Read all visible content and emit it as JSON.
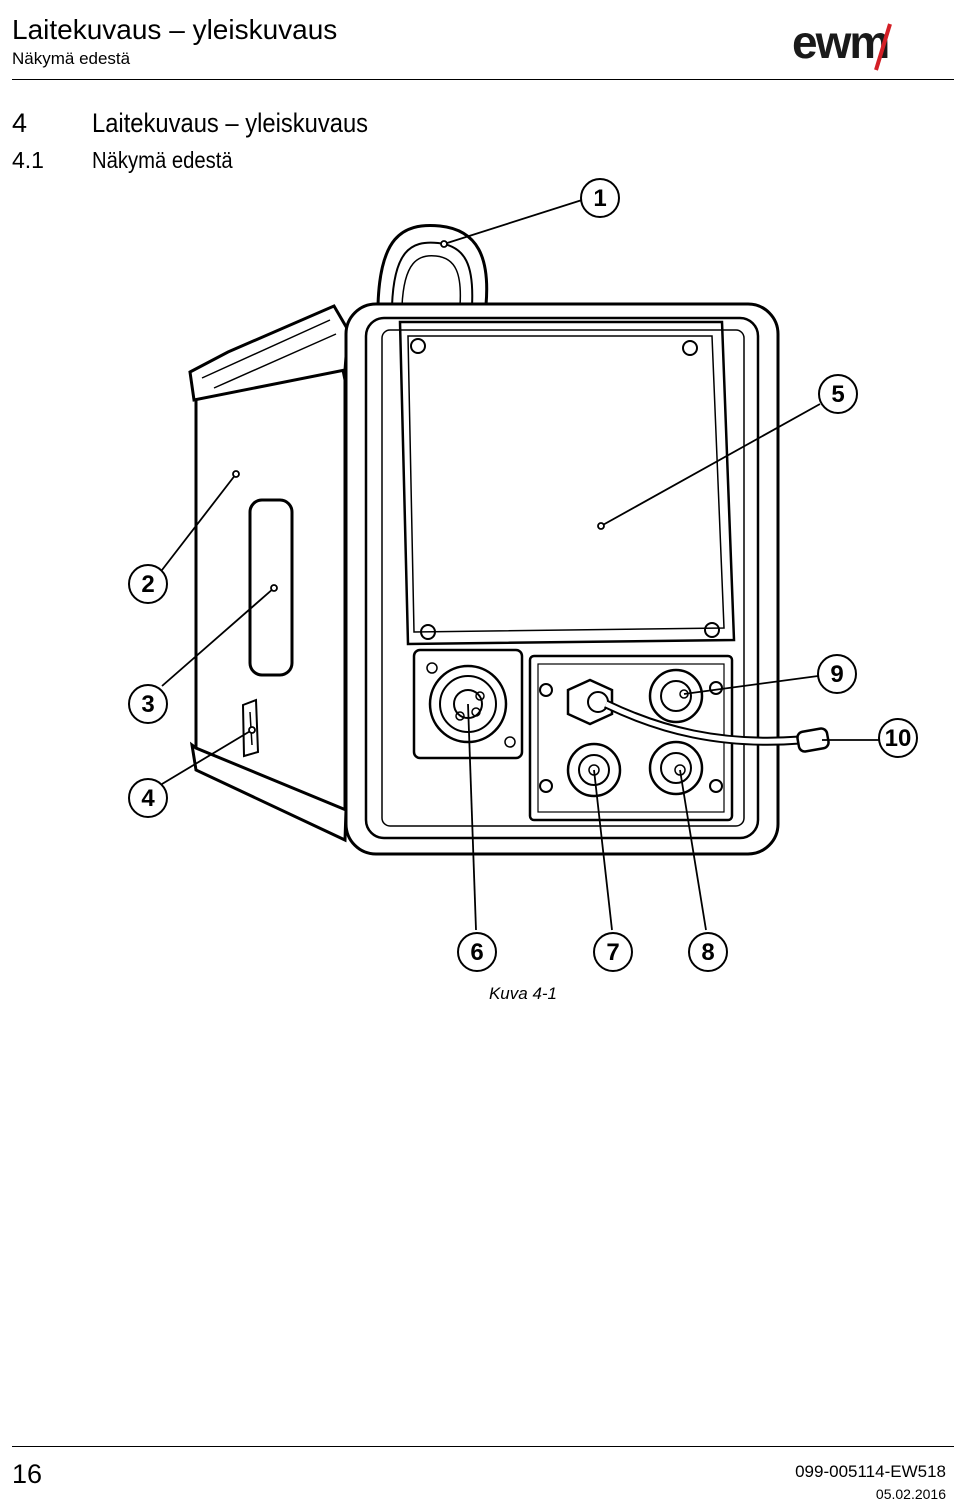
{
  "header": {
    "title": "Laitekuvaus – yleiskuvaus",
    "subtitle": "Näkymä edestä",
    "logo_text": "ewm"
  },
  "section": {
    "number": "4",
    "title": "Laitekuvaus – yleiskuvaus",
    "sub_number": "4.1",
    "sub_title": "Näkymä edestä"
  },
  "figure": {
    "callouts": [
      "1",
      "2",
      "3",
      "4",
      "5",
      "6",
      "7",
      "8",
      "9",
      "10"
    ],
    "caption": "Kuva 4-1"
  },
  "footer": {
    "page_number": "16",
    "document_number": "099-005114-EW518",
    "date": "05.02.2016"
  }
}
